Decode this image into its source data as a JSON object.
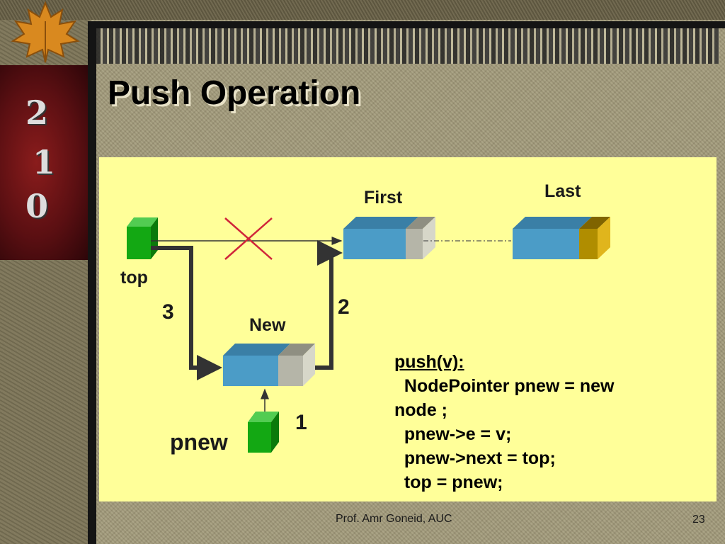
{
  "slide": {
    "title": "Push Operation",
    "footer": "Prof. Amr Goneid, AUC",
    "page_number": "23",
    "decoration_digits": [
      "2",
      "1",
      "0"
    ]
  },
  "diagram": {
    "labels": {
      "first": "First",
      "last": "Last",
      "top": "top",
      "new": "New",
      "pnew": "pnew",
      "step1": "1",
      "step2": "2",
      "step3": "3"
    },
    "colors": {
      "node_blue": "#4b9cc7",
      "node_pointer_gray": "#b5b5a8",
      "node_pointer_gold": "#b08d00",
      "pointer_green": "#13a813",
      "cross_red": "#d0253a",
      "arrow_dark": "#333333",
      "box_yellow": "#ffff99"
    }
  },
  "code": {
    "header": "push(v):",
    "lines": [
      "  NodePointer pnew = new",
      "node ;",
      "  pnew->e = v;",
      "  pnew->next = top;",
      "  top = pnew;"
    ]
  }
}
